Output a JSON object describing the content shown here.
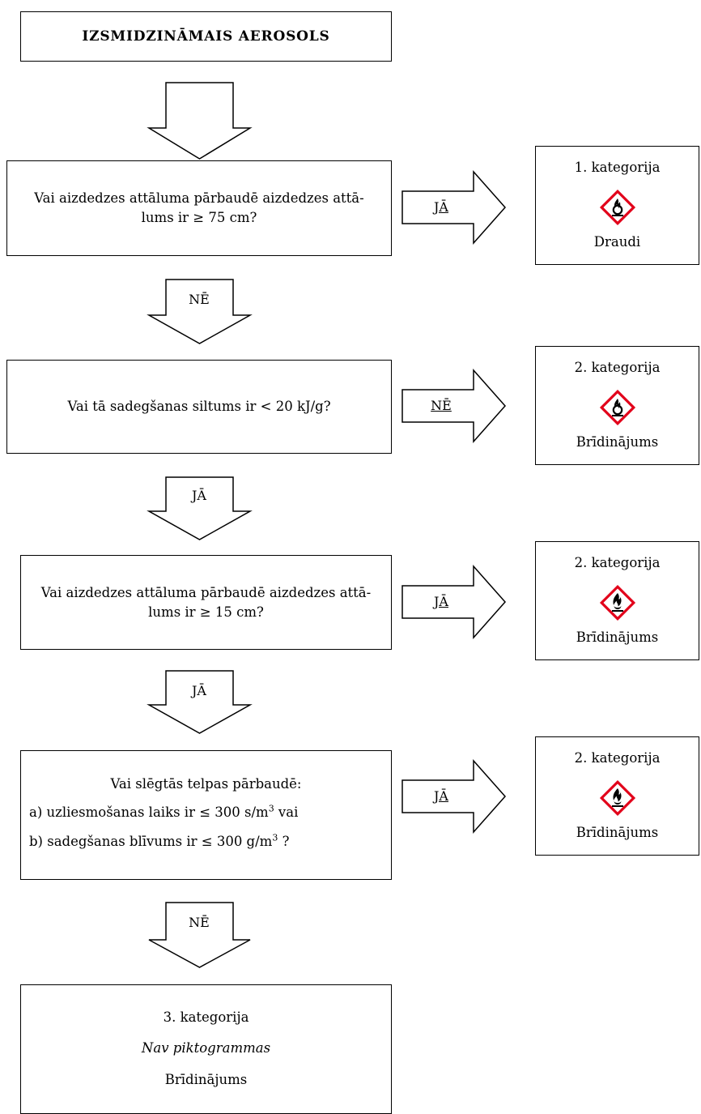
{
  "start": {
    "label": "IZSMIDZINĀMAIS AEROSOLS"
  },
  "questions": [
    {
      "text": "Vai aizdedzes attāluma pārbaudē aizdedzes attā-lums ir ≥ 75 cm?"
    },
    {
      "text": "Vai tā sadegšanas siltums ir < 20 kJ/g?"
    },
    {
      "text": "Vai aizdedzes attāluma pārbaudē aizdedzes attā-lums ir ≥ 15 cm?"
    },
    {
      "title": "Vai slēgtās telpas pārbaudē:",
      "line_a": "a) uzliesmošanas laiks ir ≤ 300 s/m",
      "line_a_sup": "3",
      "line_a_end": " vai",
      "line_b": "b) sadegšanas blīvums ir ≤ 300 g/m",
      "line_b_sup": "3",
      "line_b_end": " ?"
    }
  ],
  "down_labels": [
    "NĒ",
    "JĀ",
    "JĀ",
    "NĒ"
  ],
  "right_labels": [
    "JĀ",
    "NĒ",
    "JĀ",
    "JĀ"
  ],
  "outcomes": [
    {
      "category": "1. kategorija",
      "signal": "Draudi",
      "pictogram": "flame-over-circle-icon"
    },
    {
      "category": "2. kategorija",
      "signal": "Brīdinājums",
      "pictogram": "flame-over-circle-icon"
    },
    {
      "category": "2. kategorija",
      "signal": "Brīdinājums",
      "pictogram": "flame-icon"
    },
    {
      "category": "2. kategorija",
      "signal": "Brīdinājums",
      "pictogram": "flame-icon"
    }
  ],
  "final": {
    "category": "3. kategorija",
    "no_pictogram": "Nav piktogrammas",
    "signal": "Brīdinājums"
  },
  "colors": {
    "pictogram_border": "#e2001a",
    "stroke": "#000000"
  }
}
